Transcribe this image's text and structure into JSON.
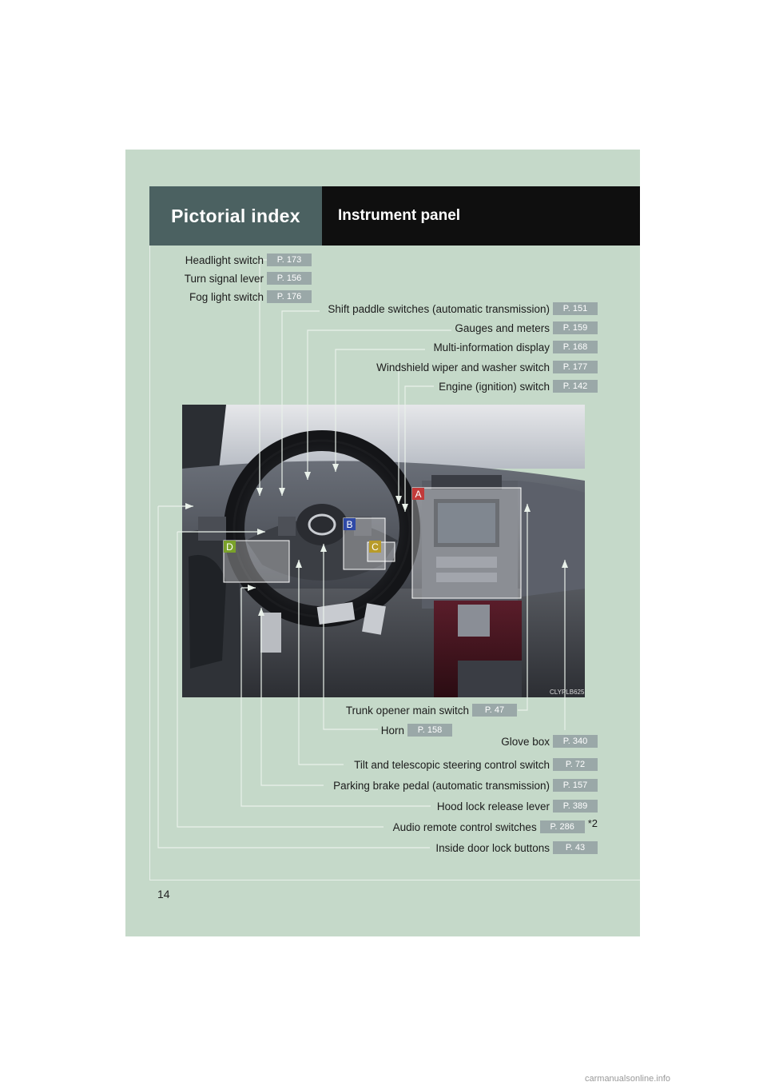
{
  "header": {
    "section": "Pictorial index",
    "title": "Instrument panel"
  },
  "labels": {
    "headlight": {
      "text": "Headlight switch",
      "page": "P. 173"
    },
    "turn": {
      "text": "Turn signal lever",
      "page": "P. 156"
    },
    "fog": {
      "text": "Fog light switch",
      "page": "P. 176"
    },
    "paddle": {
      "text": "Shift paddle switches (automatic transmission)",
      "page": "P. 151"
    },
    "gauges": {
      "text": "Gauges and meters",
      "page": "P. 159"
    },
    "multi": {
      "text": "Multi-information display",
      "page": "P. 168"
    },
    "wiper": {
      "text": "Windshield wiper and washer switch",
      "page": "P. 177"
    },
    "engine": {
      "text": "Engine (ignition) switch",
      "page": "P. 142"
    },
    "trunk": {
      "text": "Trunk opener main switch",
      "page": "P. 47"
    },
    "horn": {
      "text": "Horn",
      "page": "P. 158"
    },
    "glove": {
      "text": "Glove box",
      "page": "P. 340"
    },
    "tilt": {
      "text": "Tilt and telescopic steering control switch",
      "page": "P. 72"
    },
    "parking": {
      "text": "Parking brake pedal (automatic transmission)",
      "page": "P. 157"
    },
    "hood": {
      "text": "Hood lock release lever",
      "page": "P. 389"
    },
    "audio": {
      "text": "Audio remote control switches",
      "page": "P. 286",
      "note": "*2"
    },
    "door": {
      "text": "Inside door lock buttons",
      "page": "P. 43"
    }
  },
  "callouts": {
    "a": "A",
    "b": "B",
    "c": "C",
    "d": "D"
  },
  "photo_code": "CLYPLB625",
  "page_number": "14",
  "watermark": "carmanualsonline.info",
  "colors": {
    "page_bg": "#c5d9c9",
    "header_dark": "#0f0f0f",
    "header_accent": "#4b6161",
    "badge": "#9aa8a8",
    "leader_line": "#e9f1ea",
    "callout_a": "#c23a3a",
    "callout_b": "#2f49a6",
    "callout_c": "#b89b2a",
    "callout_d": "#7aa12a"
  }
}
